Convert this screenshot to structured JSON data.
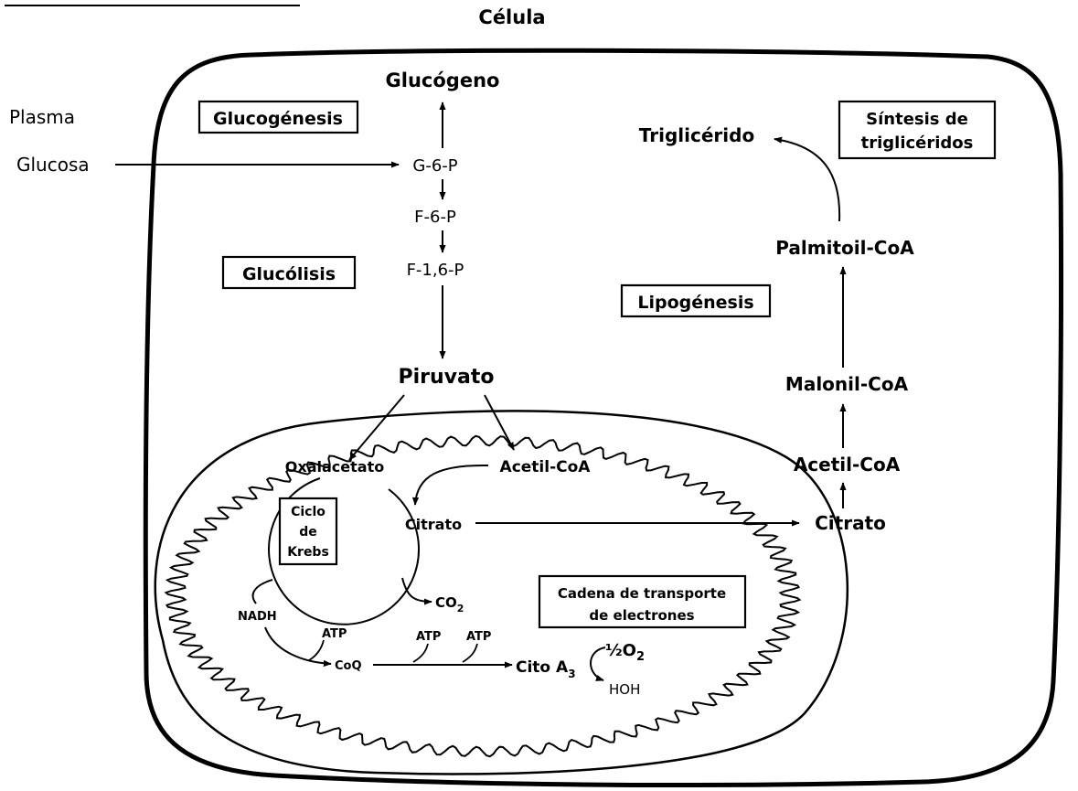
{
  "title": "Célula",
  "plasma_label": "Plasma",
  "glucose": "Glucosa",
  "glycogen": "Glucógeno",
  "g6p": "G-6-P",
  "f6p": "F-6-P",
  "f16p": "F-1,6-P",
  "pyruvate": "Piruvato",
  "boxes": {
    "glucogenesis": "Glucogénesis",
    "glucolisis": "Glucólisis",
    "lipogenesis": "Lipogénesis",
    "sintesis_line1": "Síntesis de",
    "sintesis_line2": "triglicéridos",
    "krebs_line1": "Ciclo",
    "krebs_line2": "de",
    "krebs_line3": "Krebs",
    "cadena_line1": "Cadena de transporte",
    "cadena_line2": "de electrones"
  },
  "mito": {
    "oxaloacetate": "Oxalacetato",
    "acetyl_coa": "Acetil-CoA",
    "citrate": "Citrato",
    "co2": "CO",
    "co2_sub": "2",
    "nadh": "NADH",
    "atp": "ATP",
    "coq": "CoQ",
    "cito_a3": "Cito A",
    "cito_sub": "3",
    "half_o2": "½O",
    "half_o2_sub": "2",
    "hoh": "HOH"
  },
  "lipid": {
    "citrate": "Citrato",
    "acetyl_coa": "Acetil-CoA",
    "malonyl_coa": "Malonil-CoA",
    "palmitoyl_coa": "Palmitoil-CoA",
    "triglyceride": "Triglicérido"
  }
}
